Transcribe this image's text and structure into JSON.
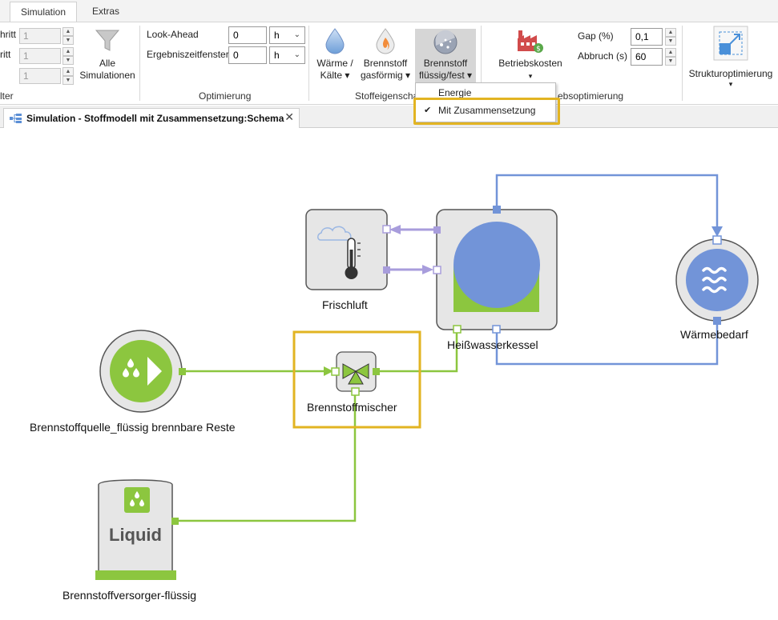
{
  "ribbon": {
    "tabs": [
      "Simulation",
      "Extras"
    ],
    "left_clipped": {
      "label1": "hritt",
      "label2": "ritt",
      "values": [
        "1",
        "1",
        "1"
      ],
      "group_label": "lter"
    },
    "alle_simulationen": "Alle Simulationen",
    "optimierung": {
      "look_ahead_label": "Look-Ahead",
      "look_ahead_value": "0",
      "look_ahead_unit": "h",
      "ergebnis_label": "Ergebniszeitfenster",
      "ergebnis_value": "0",
      "ergebnis_unit": "h",
      "group_label": "Optimierung"
    },
    "stoff": {
      "waerme": "Wärme / Kälte",
      "gas": "Brennstoff gasförmig",
      "fluessig": "Brennstoff flüssig/fest",
      "group_label": "Stoffeigenscha"
    },
    "betrieb": {
      "betriebskosten": "Betriebskosten",
      "gap_label": "Gap (%)",
      "gap_value": "0,1",
      "abbruch_label": "Abbruch (s)",
      "abbruch_value": "60",
      "group_label": "ebsoptimierung"
    },
    "struktur": {
      "label": "Strukturoptimierung"
    }
  },
  "dropdown": {
    "items": [
      "Energie",
      "Mit Zusammensetzung"
    ],
    "checked": "Mit Zusammensetzung"
  },
  "document_tab": {
    "title": "Simulation - Stoffmodell mit Zusammensetzung:Schema"
  },
  "diagram": {
    "nodes": {
      "frischluft": "Frischluft",
      "kessel": "Heißwasserkessel",
      "waermebedarf": "Wärmebedarf",
      "quelle": "Brennstoffquelle_flüssig brennbare Reste",
      "mischer": "Brennstoffmischer",
      "versorger": "Brennstoffversorger-flüssig",
      "versorger_text": "Liquid"
    },
    "colors": {
      "fuel_green": "#8cc63f",
      "heat_blue": "#7294d8",
      "air_purple": "#a89ddc",
      "highlight": "#e2b422"
    }
  }
}
